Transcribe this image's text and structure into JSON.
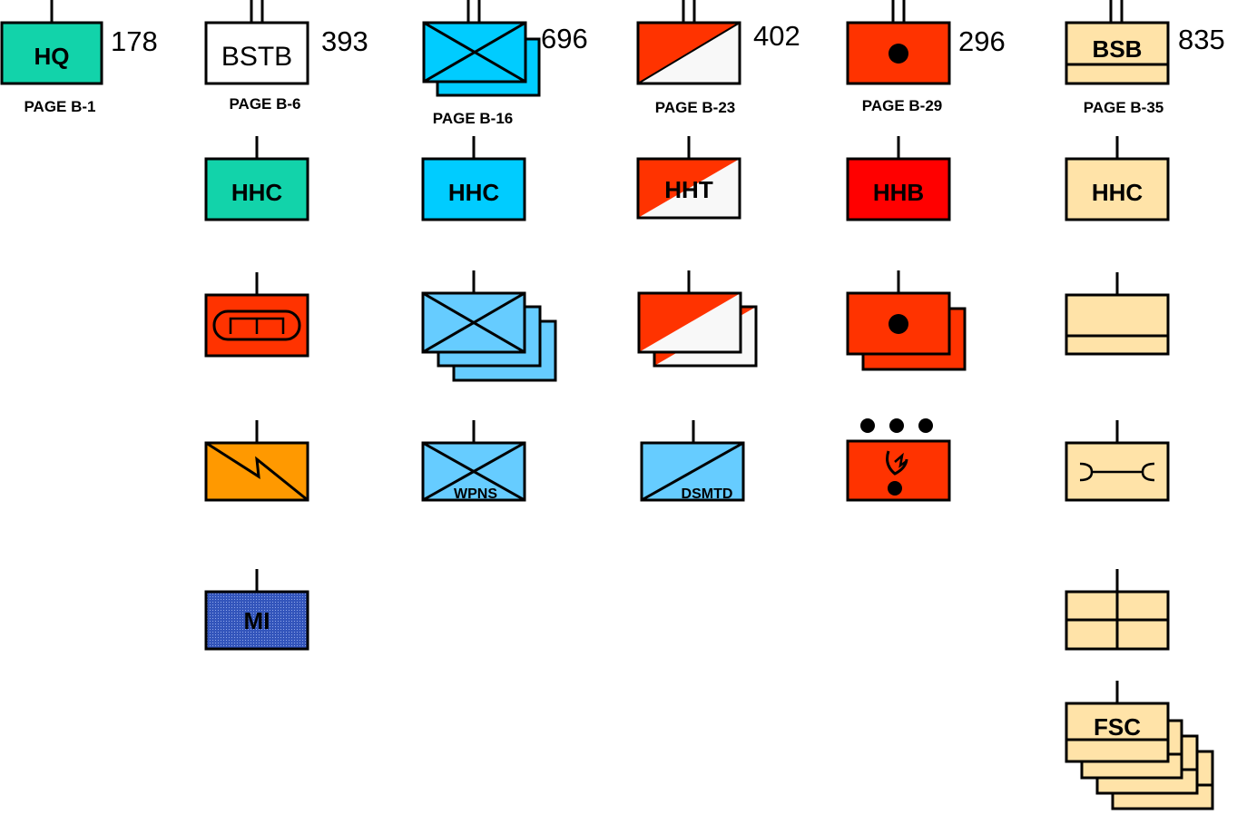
{
  "colors": {
    "hq_green": "#12D3AA",
    "bstb_white": "#FFFFFF",
    "infantry_cyan": "#00CCFF",
    "cavalry_light_blue": "#66CCFF",
    "armor_red": "#FF3300",
    "artillery_red": "#FF0000",
    "signal_orange": "#FF9900",
    "mi_blue": "#3355BB",
    "support_tan": "#FFE3A8",
    "white_fill": "#F8F8F8"
  },
  "headquarters": {
    "label": "HQ",
    "strength": "178",
    "page": "PAGE B-1",
    "icon": "hq-unit-symbol"
  },
  "columns": [
    {
      "id": "bstb",
      "header": {
        "label": "BSTB",
        "strength": "393",
        "page": "PAGE B-6",
        "icon": "bstb-battalion-symbol"
      },
      "units": [
        {
          "label": "HHC",
          "icon": "hhc-company-symbol"
        },
        {
          "label": "",
          "icon": "engineer-company-symbol"
        },
        {
          "label": "",
          "icon": "signal-company-symbol"
        },
        {
          "label": "MI",
          "icon": "military-intelligence-company-symbol"
        }
      ]
    },
    {
      "id": "infantry",
      "header": {
        "label": "",
        "strength": "696",
        "page": "PAGE B-16",
        "icon": "infantry-battalion-symbol"
      },
      "units": [
        {
          "label": "HHC",
          "icon": "hhc-company-symbol"
        },
        {
          "label": "",
          "icon": "rifle-companies-symbol"
        },
        {
          "label": "WPNS",
          "icon": "weapons-company-symbol"
        }
      ]
    },
    {
      "id": "cavalry",
      "header": {
        "label": "",
        "strength": "402",
        "page": "PAGE B-23",
        "icon": "cavalry-squadron-symbol"
      },
      "units": [
        {
          "label": "HHT",
          "icon": "hht-troop-symbol"
        },
        {
          "label": "",
          "icon": "cavalry-troops-symbol"
        },
        {
          "label": "DSMTD",
          "icon": "dismounted-troop-symbol"
        }
      ]
    },
    {
      "id": "fires",
      "header": {
        "label": "",
        "strength": "296",
        "page": "PAGE B-29",
        "icon": "field-artillery-battalion-symbol"
      },
      "units": [
        {
          "label": "HHB",
          "icon": "hhb-battery-symbol"
        },
        {
          "label": "",
          "icon": "firing-batteries-symbol"
        },
        {
          "label": "",
          "icon": "target-acquisition-platoon-symbol"
        }
      ]
    },
    {
      "id": "bsb",
      "header": {
        "label": "BSB",
        "strength": "835",
        "page": "PAGE B-35",
        "icon": "brigade-support-battalion-symbol"
      },
      "units": [
        {
          "label": "HHC",
          "icon": "hhc-company-symbol"
        },
        {
          "label": "",
          "icon": "distribution-company-symbol"
        },
        {
          "label": "",
          "icon": "maintenance-company-symbol"
        },
        {
          "label": "",
          "icon": "medical-company-symbol"
        },
        {
          "label": "FSC",
          "icon": "forward-support-companies-symbol"
        }
      ]
    }
  ]
}
